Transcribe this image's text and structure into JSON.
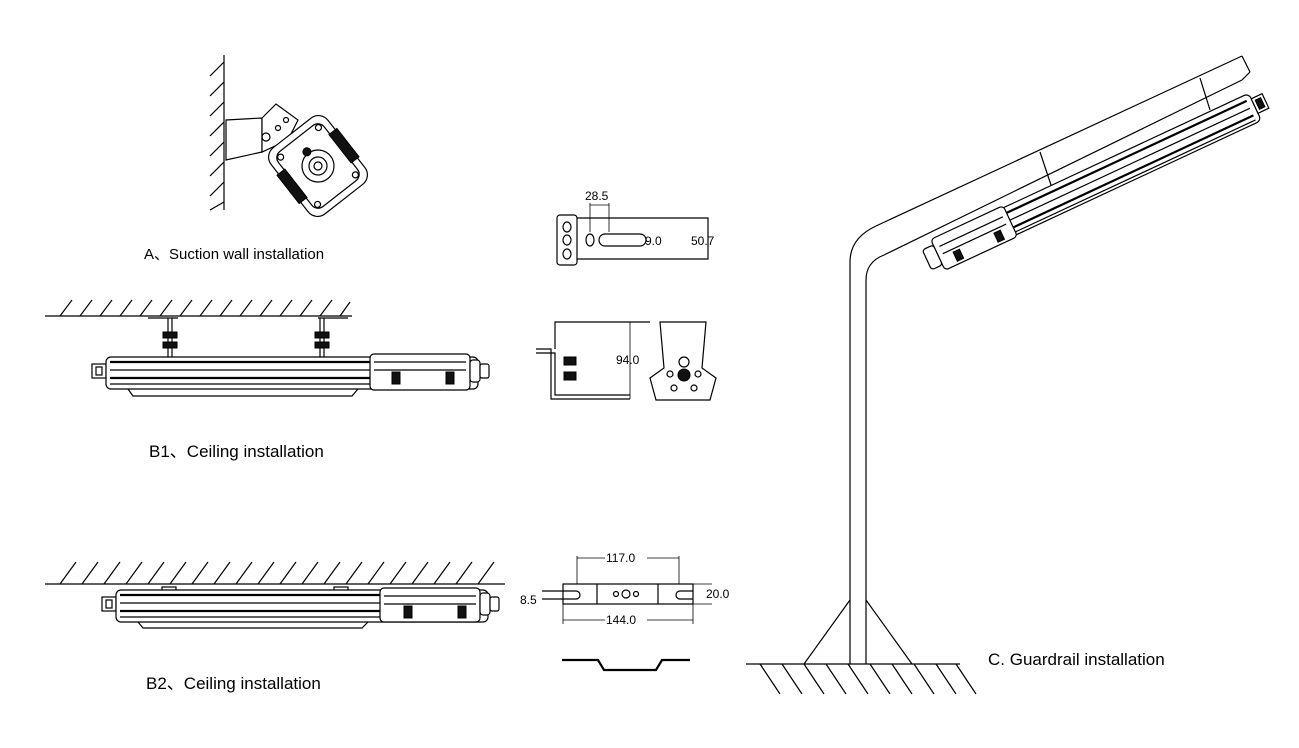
{
  "captions": {
    "a": "A、Suction wall installation",
    "b1": "B1、Ceiling installation",
    "b2": "B2、Ceiling installation",
    "c": "C. Guardrail installation"
  },
  "dimensions": {
    "wall_bracket": {
      "hole_pitch": "28.5",
      "slot_width": "9.0",
      "length": "50.7"
    },
    "ceiling_bracket": {
      "height": "94.0"
    },
    "flat_bracket": {
      "hole_span": "117.0",
      "overall_length": "144.0",
      "slot_width": "8.5",
      "width": "20.0"
    }
  }
}
